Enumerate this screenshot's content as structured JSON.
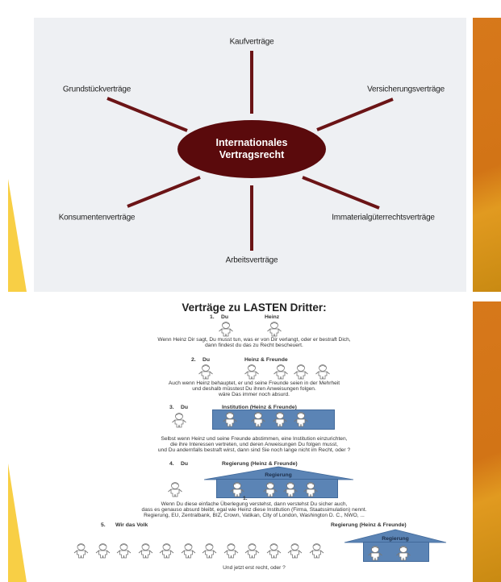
{
  "slide1": {
    "center_line1": "Internationales",
    "center_line2": "Vertragsrecht",
    "branches": [
      "Kaufverträge",
      "Versicherungsverträge",
      "Immaterialgüterrechtsverträge",
      "Arbeitsverträge",
      "Konsumentenverträge",
      "Grundstückverträge"
    ],
    "colors": {
      "ellipse": "#5a0a0c",
      "spokes": "#6b1416",
      "panel": "#eef0f3",
      "accent": "#d7781b",
      "yellow": "#f8cf45"
    }
  },
  "slide2": {
    "title": "Verträge zu LASTEN Dritter:",
    "s1": {
      "num": "1.",
      "du": "Du",
      "other": "Heinz",
      "text": [
        "Wenn Heinz Dir sagt, Du musst tun, was er von Dir verlangt, oder er bestraft Dich,",
        "dann findest du das zu Recht bescheuert."
      ]
    },
    "s2": {
      "num": "2.",
      "du": "Du",
      "other": "Heinz & Freunde",
      "text": [
        "Auch wenn Heinz behauptet, er und seine Freunde seien in der Mehrheit",
        "und deshalb müsstest Du ihren Anweisungen folgen.",
        "wäre Das immer noch absurd."
      ]
    },
    "s3": {
      "num": "3.",
      "du": "Du",
      "other": "Institution (Heinz & Freunde)",
      "text": [
        "Selbst wenn Heinz und seine Freunde abstimmen, eine Institution einzurichten,",
        "die ihre Interessen vertreten, und deren Anweisungen Du folgen musst,",
        "und Du andernfalls bestraft wirst, dann sind Sie noch lange nicht im Recht, oder ?"
      ]
    },
    "s4": {
      "num": "4.",
      "du": "Du",
      "other": "Regierung (Heinz & Freunde)",
      "house_label": "Regierung",
      "marker": "1.",
      "text": [
        "Wenn Du diese einfache Überlegung verstehst, dann verstehst Du sicher auch,",
        "dass es genauso absurd bleibt, egal wie Heinz diese Institution (Firma, Staatssimulation) nennt.",
        "Regierung, EU, Zentralbank, BIZ, Crown, Vatikan, City of London, Washington D. C., NWO, ..."
      ]
    },
    "s5": {
      "num": "5.",
      "left": "Wir das Volk",
      "right": "Regierung (Heinz & Freunde)",
      "house_label": "Regierung"
    },
    "closing": "Und jetzt erst recht, oder ?",
    "colors": {
      "institution": "#5b84b5"
    }
  }
}
